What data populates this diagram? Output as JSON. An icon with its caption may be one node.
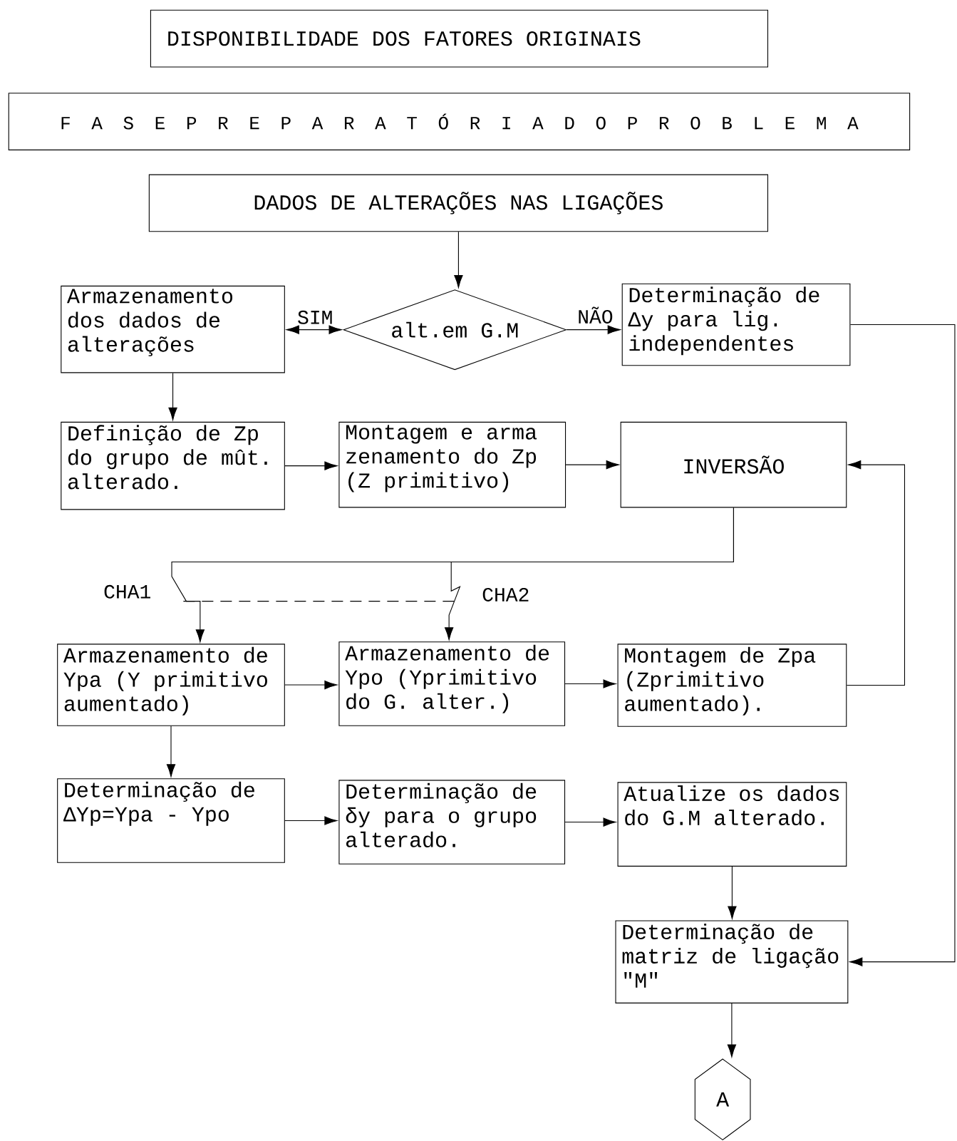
{
  "diagram": {
    "nodes": [
      {
        "text": [
          "DISPONIBILIDADE DOS FATORES ORIGINAIS"
        ]
      },
      {
        "text": [
          "F A S E P R E P A R A T Ó R I A D O P R O B L E M A"
        ]
      },
      {
        "text": [
          "DADOS DE ALTERAÇÕES NAS LIGAÇÕES"
        ]
      },
      {
        "text": [
          "Armazenamento dos dados de alterações"
        ]
      },
      {
        "text": [
          "alt.em G.M"
        ]
      },
      {
        "text": [
          "Determinação de Δy para lig. independentes"
        ]
      },
      {
        "text": [
          "Definição de Zp do grupo de mût. alterado."
        ]
      },
      {
        "text": [
          "Montagem e arma zenamento do Zp (Z primitivo)"
        ]
      },
      {
        "text": [
          "INVERSÃO"
        ]
      },
      {
        "text": [
          "Armazenamento de Ypa (Y primitivo aumentado)"
        ]
      },
      {
        "text": [
          "Armazenamento de Ypo (Yprimitivo do G. alter.)"
        ]
      },
      {
        "text": [
          "Montagem de Zpa (Zprimitivo aumentado)."
        ]
      },
      {
        "text": [
          "Determinação de ΔYp=Ypa - Ypo"
        ]
      },
      {
        "text": [
          "Determinação de δy para o grupo alterado."
        ]
      },
      {
        "text": [
          "Atualize os dados do G.M alterado."
        ]
      },
      {
        "text": [
          "Determinação de matriz de ligação \"M\""
        ]
      },
      {
        "text": [
          "A"
        ]
      }
    ],
    "edges": [
      {
        "from": 2,
        "to": 4,
        "arrow": "to"
      },
      {
        "from": 4,
        "to": 3,
        "arrow": "both",
        "label": "SIM"
      },
      {
        "from": 4,
        "to": 5,
        "arrow": "to",
        "label": "NÃO"
      },
      {
        "from": 5,
        "to": 15,
        "arrow": "to"
      },
      {
        "from": 3,
        "to": 6,
        "arrow": "to"
      },
      {
        "from": 6,
        "to": 7,
        "arrow": "to"
      },
      {
        "from": 7,
        "to": 8,
        "arrow": "to"
      },
      {
        "from": 8,
        "to": 9,
        "arrow": "to",
        "label": "CHA1"
      },
      {
        "from": 8,
        "to": 10,
        "arrow": "to",
        "label": "CHA2"
      },
      {
        "from": 9,
        "to": 10,
        "arrow": "to"
      },
      {
        "from": 10,
        "to": 11,
        "arrow": "to"
      },
      {
        "from": 11,
        "to": 8,
        "arrow": "to"
      },
      {
        "from": 9,
        "to": 12,
        "arrow": "to"
      },
      {
        "from": 12,
        "to": 13,
        "arrow": "to"
      },
      {
        "from": 13,
        "to": 14,
        "arrow": "to"
      },
      {
        "from": 14,
        "to": 15,
        "arrow": "to"
      },
      {
        "from": 15,
        "to": 16,
        "arrow": "to"
      }
    ]
  }
}
